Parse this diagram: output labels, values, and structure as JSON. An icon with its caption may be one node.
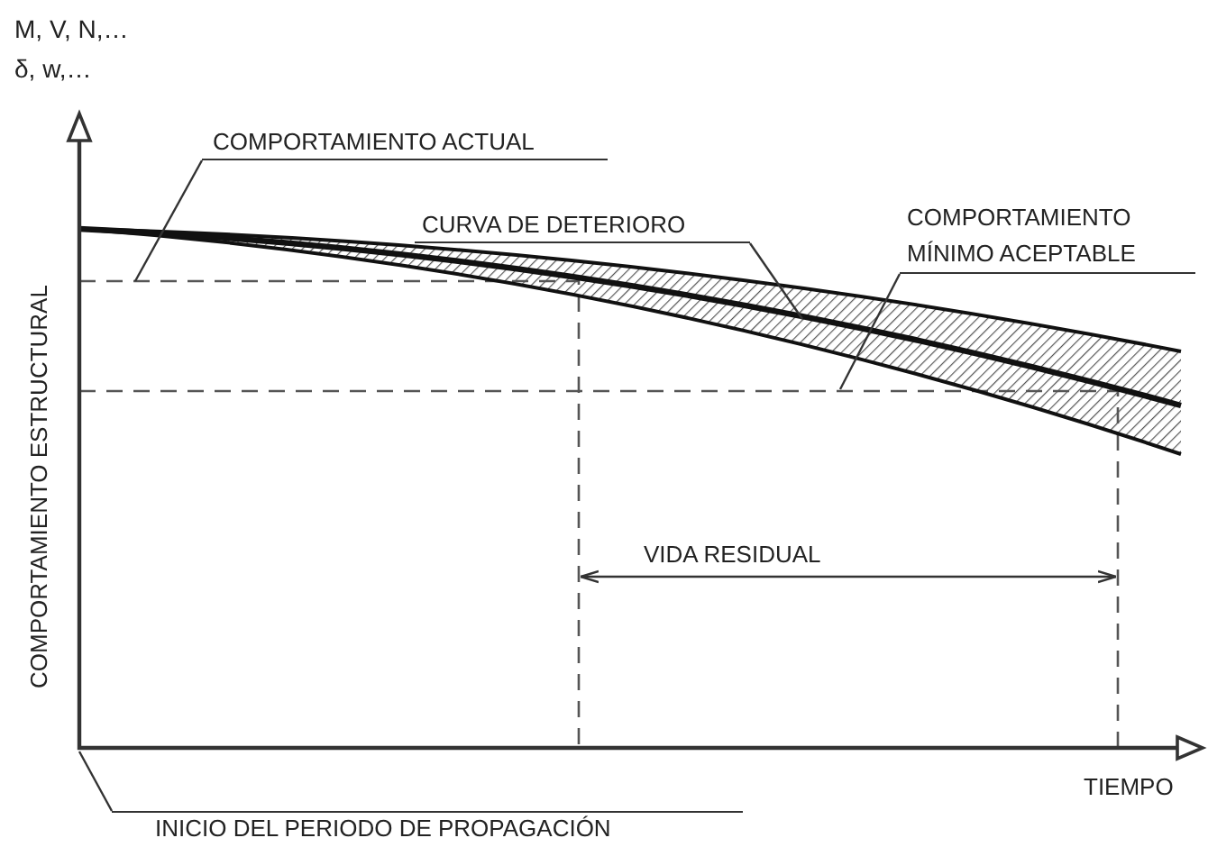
{
  "diagram": {
    "nodes": [
      {
        "text": [
          "COMPORTAMIENTO ACTUAL"
        ]
      },
      {
        "text": [
          "CURVA DE DETERIORO"
        ]
      },
      {
        "text": [
          "COMPORTAMIENTO MÍNIMO ACEPTABLE"
        ]
      },
      {
        "text": [
          "INICIO DEL PERIODO DE PROPAGACIÓN"
        ]
      }
    ],
    "edges": [
      {
        "from": 0,
        "to": null,
        "arrow": "none"
      },
      {
        "from": 1,
        "to": null,
        "arrow": "none"
      },
      {
        "from": 2,
        "to": null,
        "arrow": "none"
      },
      {
        "from": 3,
        "to": null,
        "arrow": "none"
      }
    ],
    "labels": [
      "M, V, N,…",
      "δ, w,…",
      "COMPORTAMIENTO ESTRUCTURAL",
      "VIDA RESIDUAL",
      "TIEMPO"
    ]
  }
}
